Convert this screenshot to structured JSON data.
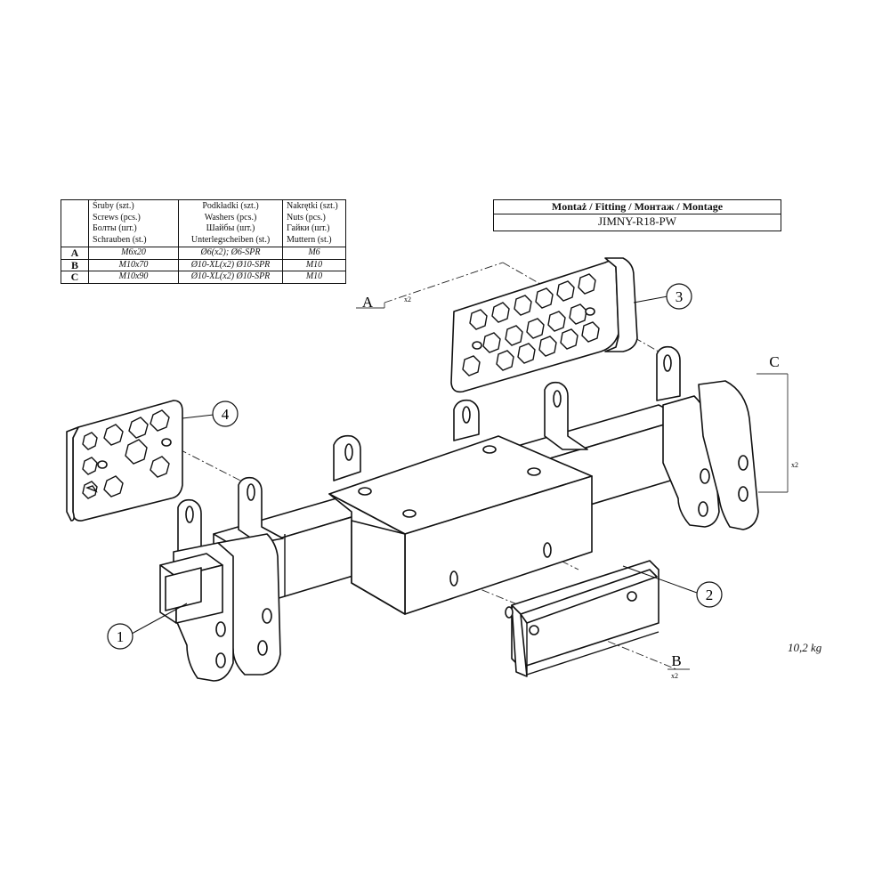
{
  "parts_table": {
    "headers": [
      [
        "",
        "",
        "",
        ""
      ],
      [
        "Śruby (szt.)",
        "Screws (pcs.)",
        "Болты (шт.)",
        "Schrauben (st.)"
      ],
      [
        "Podkładki (szt.)",
        "Washers (pcs.)",
        "Шайбы (шт.)",
        "Unterlegscheiben (st.)"
      ],
      [
        "Nakrętki (szt.)",
        "Nuts (pcs.)",
        "Гайки (шт.)",
        "Muttern (st.)"
      ]
    ],
    "rows": [
      {
        "label": "A",
        "screws": "M6x20",
        "washers": "Ø6(x2);  Ø6-SPR",
        "nuts": "M6"
      },
      {
        "label": "B",
        "screws": "M10x70",
        "washers": "Ø10-XL(x2) Ø10-SPR",
        "nuts": "M10"
      },
      {
        "label": "C",
        "screws": "M10x90",
        "washers": "Ø10-XL(x2) Ø10-SPR",
        "nuts": "M10"
      }
    ]
  },
  "fitting": {
    "title": "Montaż / Fitting / Монтаж / Montage",
    "model": "JIMNY-R18-PW"
  },
  "callouts": {
    "part1": "1",
    "part2": "2",
    "part3": "3",
    "part4": "4",
    "fastener_a": "A",
    "fastener_b": "B",
    "fastener_c": "C",
    "qty_a": "x2",
    "qty_b": "x2",
    "qty_c": "x2"
  },
  "weight": "10,2 kg"
}
